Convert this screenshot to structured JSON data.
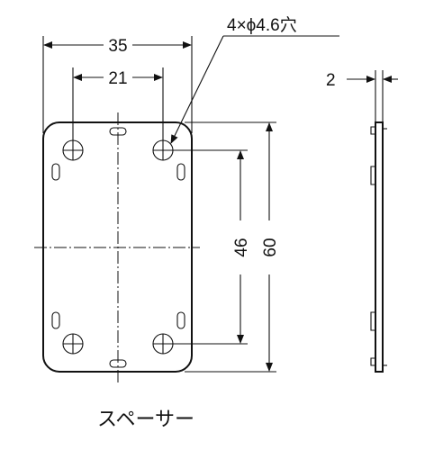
{
  "labels": {
    "width_outer": "35",
    "width_holes": "21",
    "hole_spec": "4×ϕ4.6穴",
    "height_holes": "46",
    "height_outer": "60",
    "thickness": "2",
    "caption": "スペーサー"
  }
}
